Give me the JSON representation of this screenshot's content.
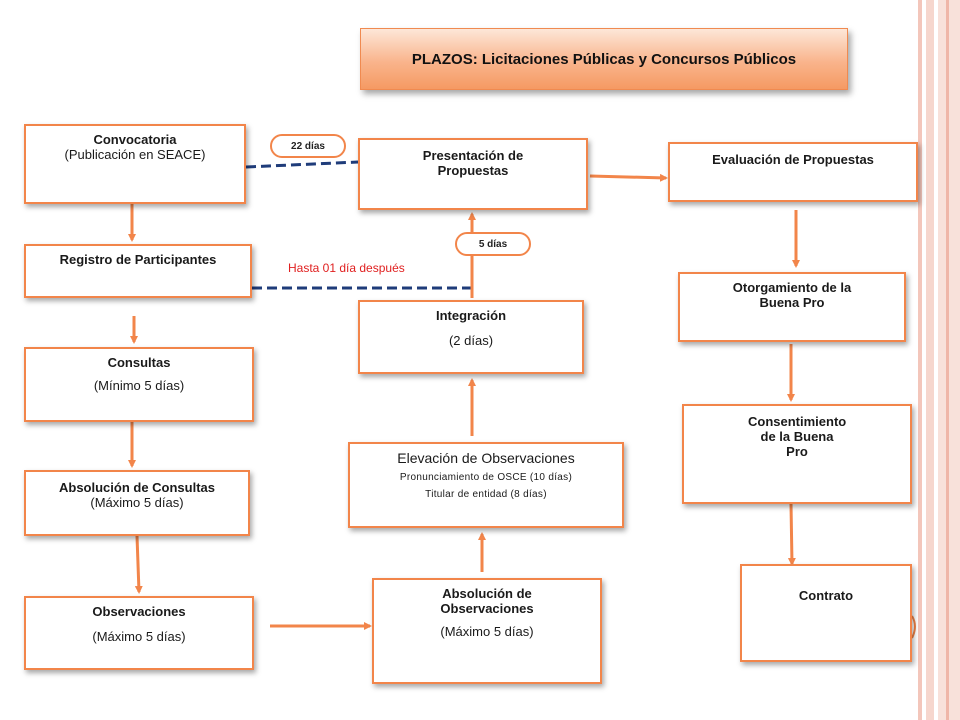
{
  "title": "PLAZOS: Licitaciones Públicas y Concursos Públicos",
  "colors": {
    "arrow": "#f2854a",
    "dashed": "#1f3c7a",
    "note": "#e02020",
    "box_border": "#f2854a"
  },
  "boxes": {
    "convocatoria": {
      "title": "Convocatoria",
      "sub": "(Publicación en SEACE)"
    },
    "registro": {
      "title": "Registro de Participantes"
    },
    "consultas": {
      "title": "Consultas",
      "sub": "(Mínimo 5 días)"
    },
    "absolucion_consultas": {
      "title": "Absolución de Consultas",
      "sub": "(Máximo 5 días)"
    },
    "observaciones": {
      "title": "Observaciones",
      "sub": "(Máximo 5 días)"
    },
    "absolucion_observaciones": {
      "title": "Absolución de Observaciones",
      "sub": "(Máximo 5 días)"
    },
    "elevacion": {
      "title": "Elevación de Observaciones",
      "line1": "Pronunciamiento de OSCE (10 días)",
      "line2": "Titular de entidad (8 días)"
    },
    "integracion": {
      "title": "Integración",
      "sub": "(2 días)"
    },
    "presentacion": {
      "title": "Presentación de Propuestas"
    },
    "evaluacion": {
      "title": "Evaluación de Propuestas"
    },
    "otorgamiento": {
      "title": "Otorgamiento de la Buena Pro"
    },
    "consentimiento": {
      "title": "Consentimiento de la Buena Pro"
    },
    "contrato": {
      "title": "Contrato"
    }
  },
  "badges": {
    "dias22": "22 días",
    "dias5": "5 días"
  },
  "note": "Hasta 01 día después"
}
